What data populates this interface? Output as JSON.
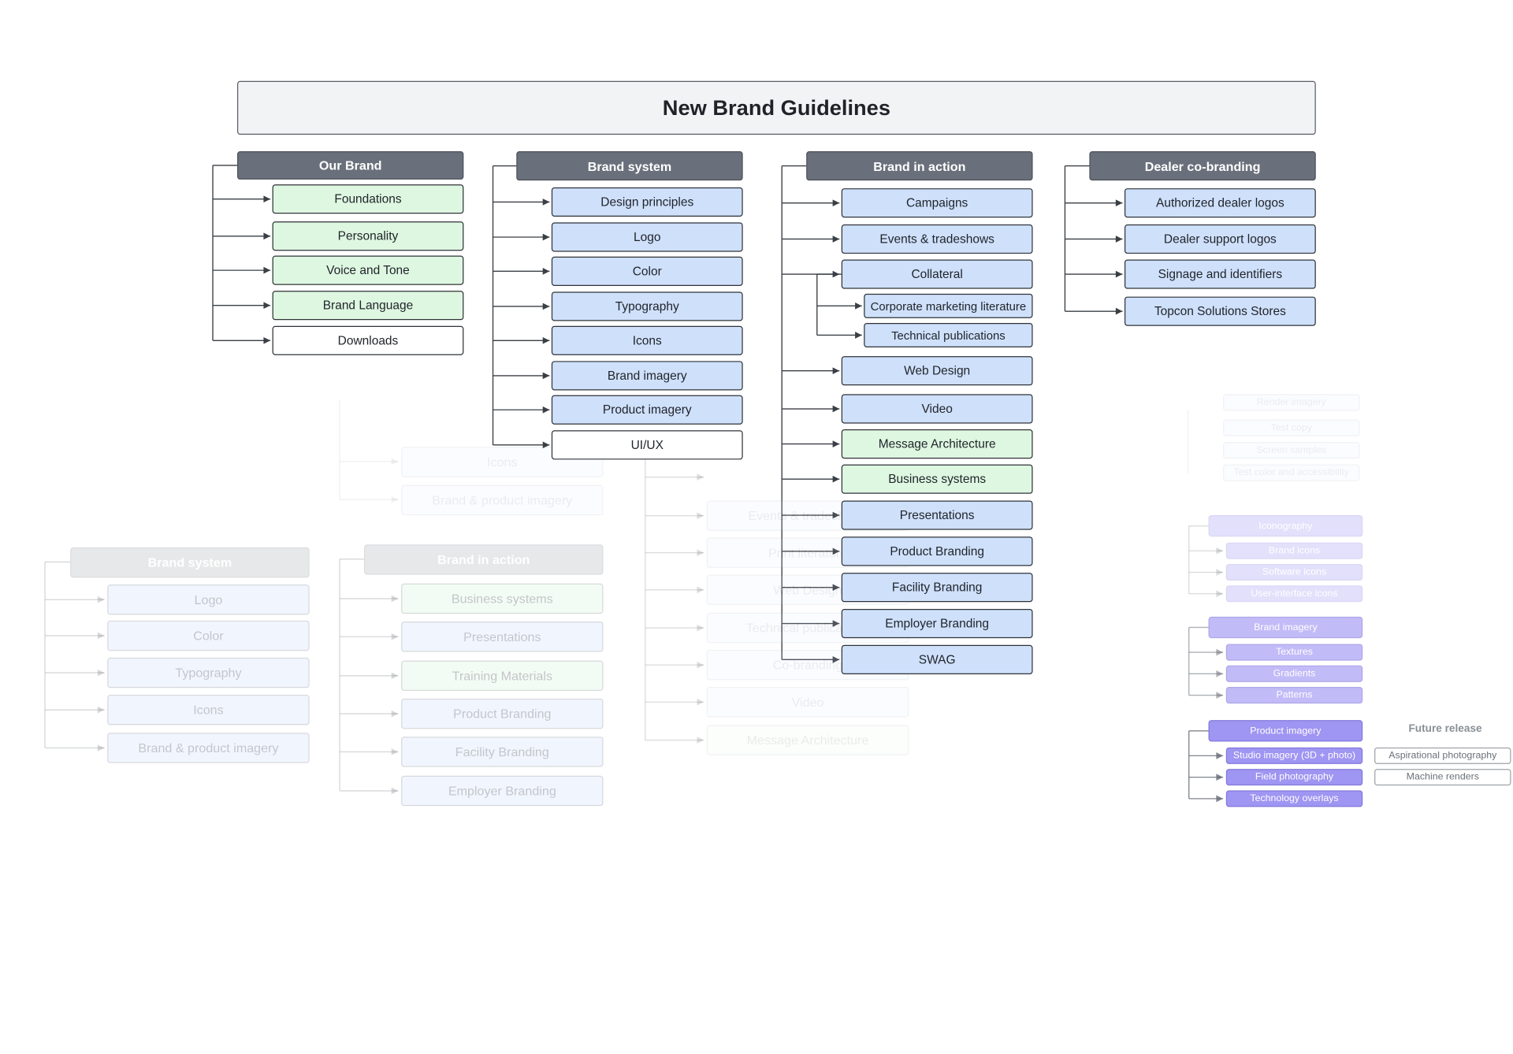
{
  "title": "New Brand Guidelines",
  "columns": [
    {
      "header": "Our Brand",
      "items": [
        {
          "label": "Foundations",
          "color": "green"
        },
        {
          "label": "Personality",
          "color": "green"
        },
        {
          "label": "Voice and Tone",
          "color": "green"
        },
        {
          "label": "Brand Language",
          "color": "green"
        },
        {
          "label": "Downloads",
          "color": "white"
        }
      ]
    },
    {
      "header": "Brand system",
      "items": [
        {
          "label": "Design principles",
          "color": "blue"
        },
        {
          "label": "Logo",
          "color": "blue"
        },
        {
          "label": "Color",
          "color": "blue"
        },
        {
          "label": "Typography",
          "color": "blue"
        },
        {
          "label": "Icons",
          "color": "blue"
        },
        {
          "label": "Brand imagery",
          "color": "blue"
        },
        {
          "label": "Product imagery",
          "color": "blue"
        },
        {
          "label": "UI/UX",
          "color": "white"
        }
      ]
    },
    {
      "header": "Brand in action",
      "items": [
        {
          "label": "Campaigns",
          "color": "blue"
        },
        {
          "label": "Events & tradeshows",
          "color": "blue"
        },
        {
          "label": "Collateral",
          "color": "blue",
          "children": [
            {
              "label": "Corporate marketing literature",
              "color": "blue"
            },
            {
              "label": "Technical publications",
              "color": "blue"
            }
          ]
        },
        {
          "label": "Web Design",
          "color": "blue"
        },
        {
          "label": "Video",
          "color": "blue"
        },
        {
          "label": "Message Architecture",
          "color": "green"
        },
        {
          "label": "Business systems",
          "color": "green"
        },
        {
          "label": "Presentations",
          "color": "blue"
        },
        {
          "label": "Product Branding",
          "color": "blue"
        },
        {
          "label": "Facility Branding",
          "color": "blue"
        },
        {
          "label": "Employer Branding",
          "color": "blue"
        },
        {
          "label": "SWAG",
          "color": "blue"
        }
      ]
    },
    {
      "header": "Dealer co-branding",
      "items": [
        {
          "label": "Authorized dealer logos",
          "color": "blue"
        },
        {
          "label": "Dealer support logos",
          "color": "blue"
        },
        {
          "label": "Signage and identifiers",
          "color": "blue"
        },
        {
          "label": "Topcon Solutions Stores",
          "color": "blue"
        }
      ]
    }
  ],
  "ghost_brand_system": {
    "header": "Brand system",
    "items": [
      "Logo",
      "Color",
      "Typography",
      "Icons",
      "Brand & product imagery"
    ]
  },
  "ghost_brand_in_action": {
    "header": "Brand in action",
    "items": [
      "Business systems",
      "Presentations",
      "Training Materials",
      "Product Branding",
      "Facility Branding",
      "Employer Branding"
    ]
  },
  "ghost_mid_top": {
    "items": [
      "Icons",
      "Brand & product imagery"
    ]
  },
  "ghost_mid_right": {
    "items": [
      "Events & tradeshows",
      "Print literature",
      "Web Design",
      "Technical publications",
      "Co-branding",
      "Video",
      "Message Architecture"
    ]
  },
  "ghost_right_top": {
    "items": [
      "Render imagery",
      "Test copy",
      "Screen samples",
      "Test color and accessibility"
    ]
  },
  "purple_groups": [
    {
      "header": "Iconography",
      "items": [
        "Brand icons",
        "Software icons",
        "User-interface icons"
      ]
    },
    {
      "header": "Brand imagery",
      "items": [
        "Textures",
        "Gradients",
        "Patterns"
      ]
    },
    {
      "header": "Product imagery",
      "items": [
        "Studio imagery (3D + photo)",
        "Field photography",
        "Technology overlays"
      ]
    }
  ],
  "future_release": {
    "title": "Future release",
    "items": [
      "Aspirational photography",
      "Machine renders"
    ]
  },
  "colors": {
    "header": "#6a707b",
    "blue": "#cfe0fb",
    "green": "#def7e1",
    "purple": "#8f83f0",
    "line": "#3a3f45"
  }
}
